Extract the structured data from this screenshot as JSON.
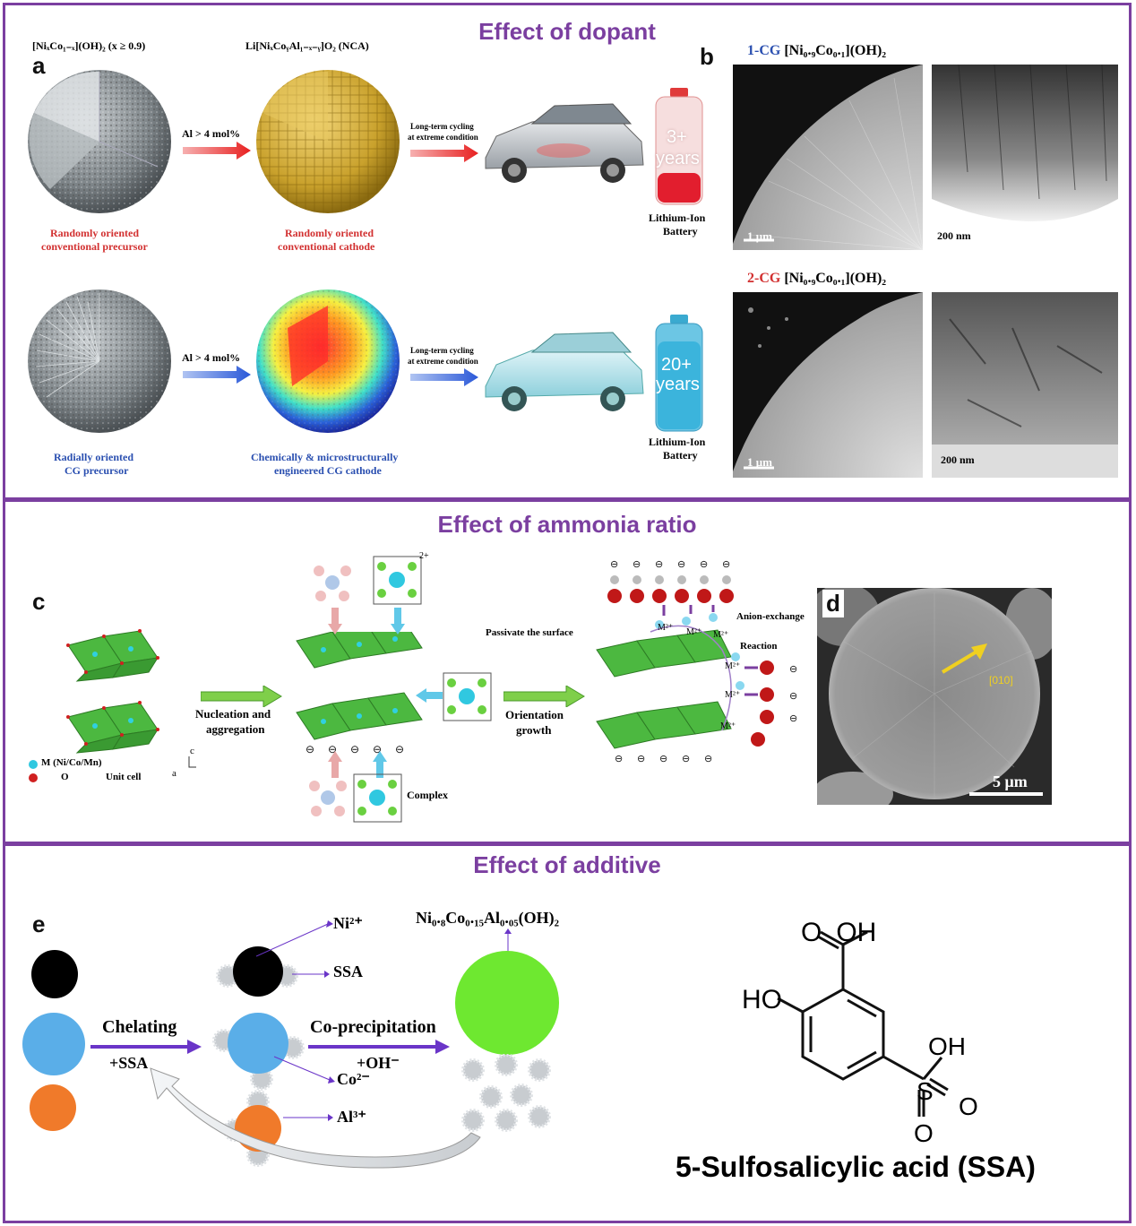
{
  "panels": {
    "dopant": {
      "title": "Effect of dopant",
      "label_a": "a",
      "label_b": "b",
      "precursor_formula": "[NiₓCo₁₋ₓ](OH)₂ (x ≥ 0.9)",
      "cathode_formula": "Li[NiₓCoᵧAl₁₋ₓ₋ᵧ]O₂ (NCA)",
      "arrow_al": "Al > 4 mol%",
      "cycling_1": "Long-term cycling",
      "cycling_2": "at extreme condition",
      "row1_precursor_1": "Randomly oriented",
      "row1_precursor_2": "conventional precursor",
      "row1_cathode_1": "Randomly oriented",
      "row1_cathode_2": "conventional cathode",
      "row1_years_1": "3+",
      "row1_years_2": "years",
      "battery_1": "Lithium-Ion",
      "battery_2": "Battery",
      "row2_precursor_1": "Radially oriented",
      "row2_precursor_2": "CG precursor",
      "row2_cathode_1": "Chemically & microstructurally",
      "row2_cathode_2": "engineered CG cathode",
      "row2_years_1": "20+",
      "row2_years_2": "years",
      "cg1_label": "1-CG",
      "cg1_formula": "[Ni₀.₉Co₀.₁](OH)₂",
      "cg2_label": "2-CG",
      "cg2_formula": "[Ni₀.₉Co₀.₁](OH)₂",
      "scale_1um": "1 μm",
      "scale_200nm": "200 nm"
    },
    "ammonia": {
      "title": "Effect of ammonia ratio",
      "label_c": "c",
      "label_d": "d",
      "legend_m": "M (Ni/Co/Mn)",
      "legend_o": "O",
      "unit_cell": "Unit cell",
      "axis_c": "c",
      "axis_a": "a",
      "nucleation_1": "Nucleation and",
      "nucleation_2": "aggregation",
      "orientation_1": "Orientation",
      "orientation_2": "growth",
      "complex": "Complex",
      "passivate": "Passivate the surface",
      "anion_exchange": "Anion-exchange",
      "reaction": "Reaction",
      "m2plus": "M²⁺",
      "charge_2plus": "2+",
      "charge_plus": "+",
      "direction": "[010]",
      "scale_5um": "5 μm"
    },
    "additive": {
      "title": "Effect of additive",
      "label_e": "e",
      "ni": "Ni²⁺",
      "ssa": "SSA",
      "co": "Co²⁻",
      "al": "Al³⁺",
      "product": "Ni₀.₈Co₀.₁₅Al₀.₀₅(OH)₂",
      "chelating": "Chelating",
      "plus_ssa": "+SSA",
      "coprecip": "Co-precipitation",
      "plus_oh": "+OH⁻",
      "mol_cooh": "O  OH",
      "mol_ho": "HO",
      "mol_so3h_oh": "OH",
      "mol_s": "S",
      "mol_o1": "O",
      "mol_o2": "O",
      "mol_name": "5-Sulfosalicylic acid (SSA)"
    }
  },
  "colors": {
    "frame": "#7b3fa0",
    "red_text": "#d23030",
    "blue_text": "#2a4fb0",
    "black_ion": "#000000",
    "blue_ion": "#5aaee8",
    "orange_ion": "#f07a2a",
    "product_green": "#6ee830",
    "ssa_gray": "#c8ccd0",
    "arrow_purple": "#6a35c8",
    "arrow_green": "#7fcf4a",
    "arrow_red": "#e83030",
    "arrow_blue": "#3a6ad8"
  }
}
